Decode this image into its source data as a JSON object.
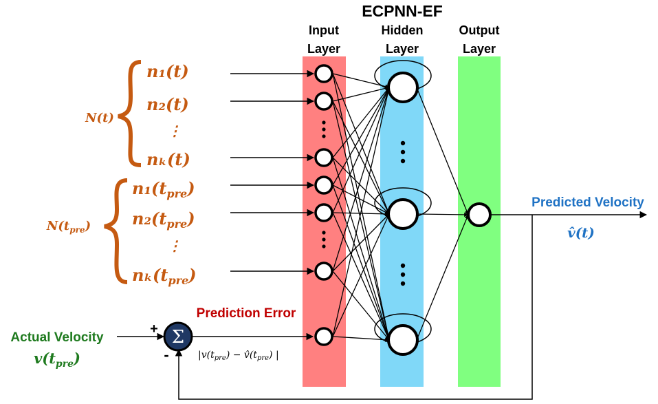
{
  "title": "ECPNN-EF",
  "layers": [
    {
      "label_line1": "Input",
      "label_line2": "Layer",
      "color": "#FF8080"
    },
    {
      "label_line1": "Hidden",
      "label_line2": "Layer",
      "color": "#80D8F8"
    },
    {
      "label_line1": "Output",
      "label_line2": "Layer",
      "color": "#80FF80"
    }
  ],
  "groups": [
    {
      "label": "N(t)",
      "items": [
        "n₁(t)",
        "n₂(t)",
        "⋮",
        "nₖ(t)"
      ]
    },
    {
      "label_base": "N(t",
      "label_sub": "pre",
      "label_end": ")",
      "items": [
        {
          "base": "n₁(t",
          "sub": "pre",
          "end": ")"
        },
        {
          "base": "n₂(t",
          "sub": "pre",
          "end": ")"
        },
        {
          "dots": "⋮"
        },
        {
          "base": "nₖ(t",
          "sub": "pre",
          "end": ")"
        }
      ]
    }
  ],
  "actual_velocity": {
    "label": "Actual Velocity",
    "symbol_base": "v(t",
    "symbol_sub": "pre",
    "symbol_end": ")"
  },
  "summer": {
    "symbol": "Σ",
    "plus": "+",
    "minus": "-"
  },
  "prediction_error": {
    "label": "Prediction Error",
    "formula_part1": "|v(t",
    "formula_sub1": "pre",
    "formula_part2": ") − v̂(t",
    "formula_sub2": "pre",
    "formula_part3": ") |"
  },
  "predicted_velocity": {
    "label": "Predicted Velocity",
    "symbol": "v̂(t)"
  },
  "colors": {
    "orange": "#C55A11",
    "green": "#1E7A1E",
    "red": "#C00000",
    "blue": "#1F72C4",
    "navy": "#1F3864"
  }
}
